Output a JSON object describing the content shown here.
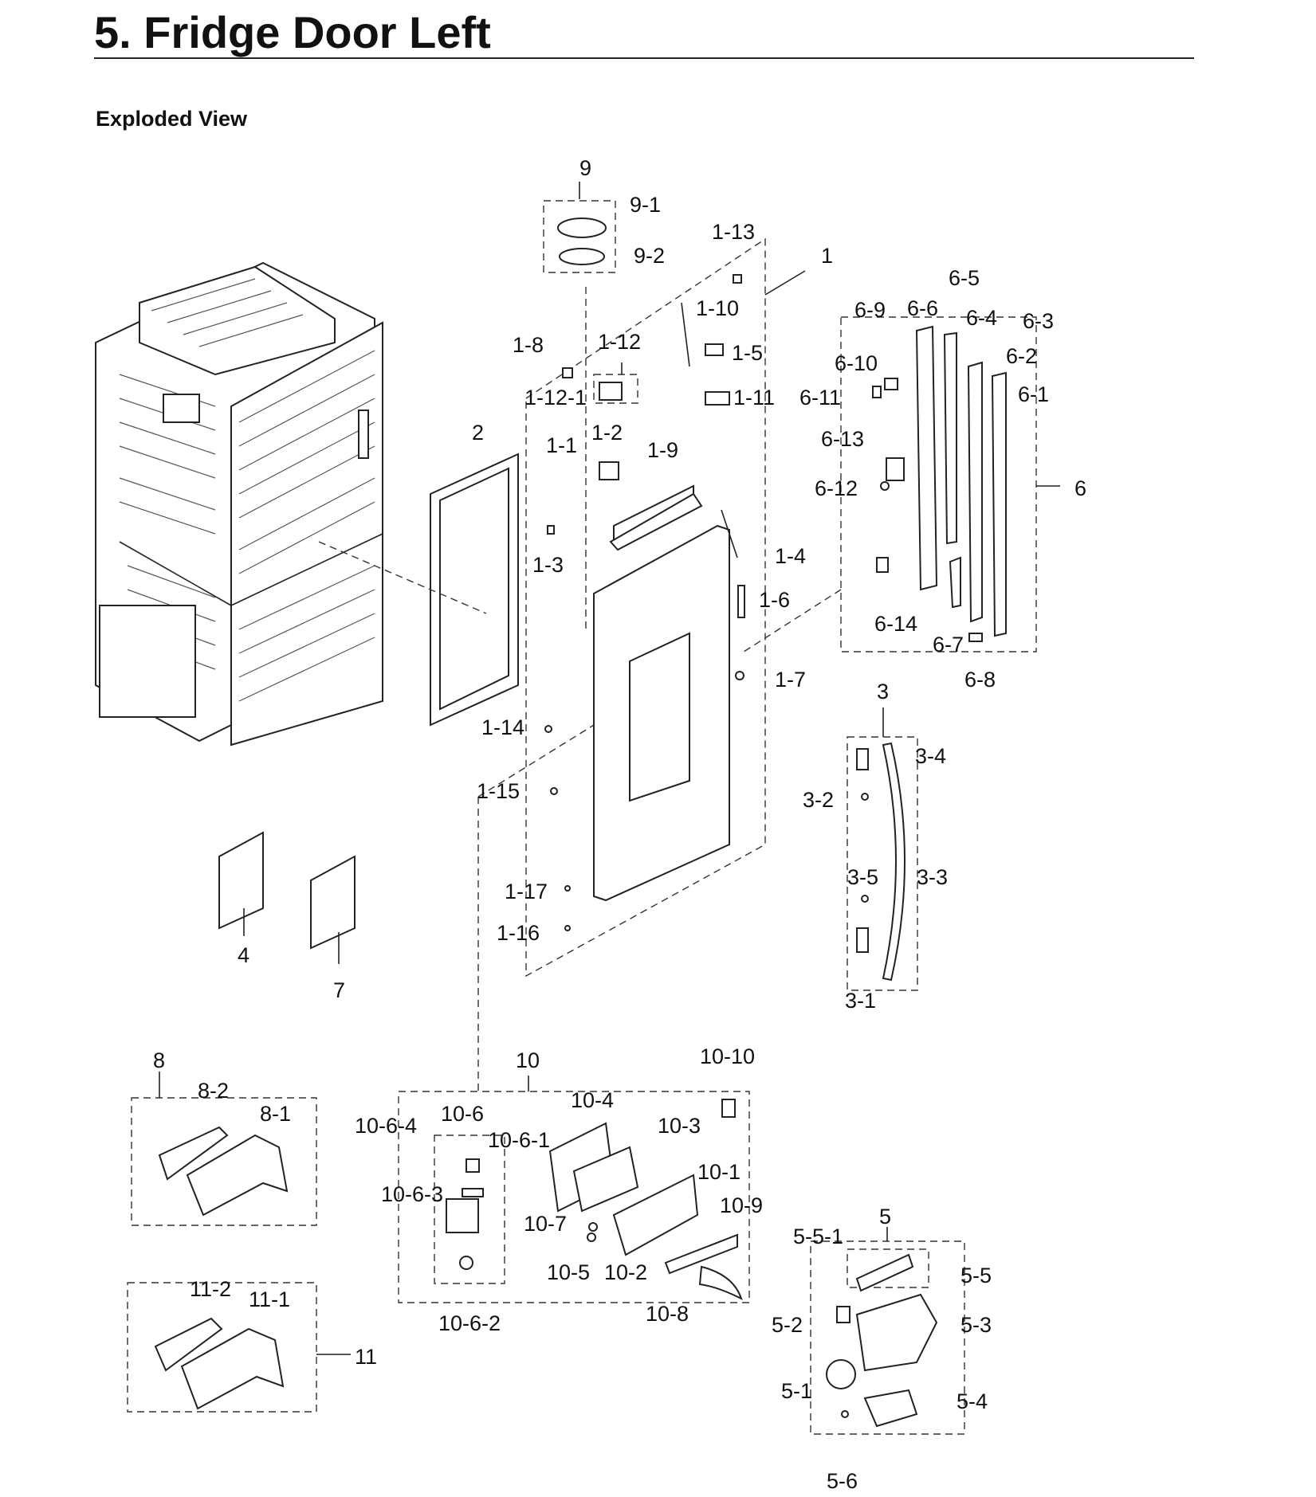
{
  "header": {
    "title": "5.  Fridge Door Left",
    "subtitle": "Exploded View"
  },
  "callouts": [
    {
      "id": "9",
      "label": "9"
    },
    {
      "id": "9-1",
      "label": "9-1"
    },
    {
      "id": "9-2",
      "label": "9-2"
    },
    {
      "id": "1-13",
      "label": "1-13"
    },
    {
      "id": "1",
      "label": "1"
    },
    {
      "id": "1-10",
      "label": "1-10"
    },
    {
      "id": "1-8",
      "label": "1-8"
    },
    {
      "id": "1-12",
      "label": "1-12"
    },
    {
      "id": "1-5",
      "label": "1-5"
    },
    {
      "id": "1-12-1",
      "label": "1-12-1"
    },
    {
      "id": "1-11",
      "label": "1-11"
    },
    {
      "id": "2",
      "label": "2"
    },
    {
      "id": "1-2",
      "label": "1-2"
    },
    {
      "id": "1-1",
      "label": "1-1"
    },
    {
      "id": "1-9",
      "label": "1-9"
    },
    {
      "id": "1-3",
      "label": "1-3"
    },
    {
      "id": "1-4",
      "label": "1-4"
    },
    {
      "id": "1-6",
      "label": "1-6"
    },
    {
      "id": "1-7",
      "label": "1-7"
    },
    {
      "id": "1-14",
      "label": "1-14"
    },
    {
      "id": "1-15",
      "label": "1-15"
    },
    {
      "id": "1-17",
      "label": "1-17"
    },
    {
      "id": "1-16",
      "label": "1-16"
    },
    {
      "id": "6-5",
      "label": "6-5"
    },
    {
      "id": "6-9",
      "label": "6-9"
    },
    {
      "id": "6-6",
      "label": "6-6"
    },
    {
      "id": "6-4",
      "label": "6-4"
    },
    {
      "id": "6-3",
      "label": "6-3"
    },
    {
      "id": "6-10",
      "label": "6-10"
    },
    {
      "id": "6-2",
      "label": "6-2"
    },
    {
      "id": "6-11",
      "label": "6-11"
    },
    {
      "id": "6-1",
      "label": "6-1"
    },
    {
      "id": "6-13",
      "label": "6-13"
    },
    {
      "id": "6-12",
      "label": "6-12"
    },
    {
      "id": "6",
      "label": "6"
    },
    {
      "id": "6-14",
      "label": "6-14"
    },
    {
      "id": "6-7",
      "label": "6-7"
    },
    {
      "id": "6-8",
      "label": "6-8"
    },
    {
      "id": "3",
      "label": "3"
    },
    {
      "id": "3-4",
      "label": "3-4"
    },
    {
      "id": "3-2",
      "label": "3-2"
    },
    {
      "id": "3-5",
      "label": "3-5"
    },
    {
      "id": "3-3",
      "label": "3-3"
    },
    {
      "id": "3-1",
      "label": "3-1"
    },
    {
      "id": "4",
      "label": "4"
    },
    {
      "id": "7",
      "label": "7"
    },
    {
      "id": "8",
      "label": "8"
    },
    {
      "id": "8-2",
      "label": "8-2"
    },
    {
      "id": "8-1",
      "label": "8-1"
    },
    {
      "id": "10",
      "label": "10"
    },
    {
      "id": "10-10",
      "label": "10-10"
    },
    {
      "id": "10-6",
      "label": "10-6"
    },
    {
      "id": "10-4",
      "label": "10-4"
    },
    {
      "id": "10-6-4",
      "label": "10-6-4"
    },
    {
      "id": "10-3",
      "label": "10-3"
    },
    {
      "id": "10-6-1",
      "label": "10-6-1"
    },
    {
      "id": "10-1",
      "label": "10-1"
    },
    {
      "id": "10-6-3",
      "label": "10-6-3"
    },
    {
      "id": "10-9",
      "label": "10-9"
    },
    {
      "id": "10-7",
      "label": "10-7"
    },
    {
      "id": "10-5",
      "label": "10-5"
    },
    {
      "id": "10-2",
      "label": "10-2"
    },
    {
      "id": "10-6-2",
      "label": "10-6-2"
    },
    {
      "id": "10-8",
      "label": "10-8"
    },
    {
      "id": "11-2",
      "label": "11-2"
    },
    {
      "id": "11-1",
      "label": "11-1"
    },
    {
      "id": "11",
      "label": "11"
    },
    {
      "id": "5",
      "label": "5"
    },
    {
      "id": "5-5-1",
      "label": "5-5-1"
    },
    {
      "id": "5-5",
      "label": "5-5"
    },
    {
      "id": "5-2",
      "label": "5-2"
    },
    {
      "id": "5-3",
      "label": "5-3"
    },
    {
      "id": "5-1",
      "label": "5-1"
    },
    {
      "id": "5-4",
      "label": "5-4"
    },
    {
      "id": "5-6",
      "label": "5-6"
    }
  ]
}
